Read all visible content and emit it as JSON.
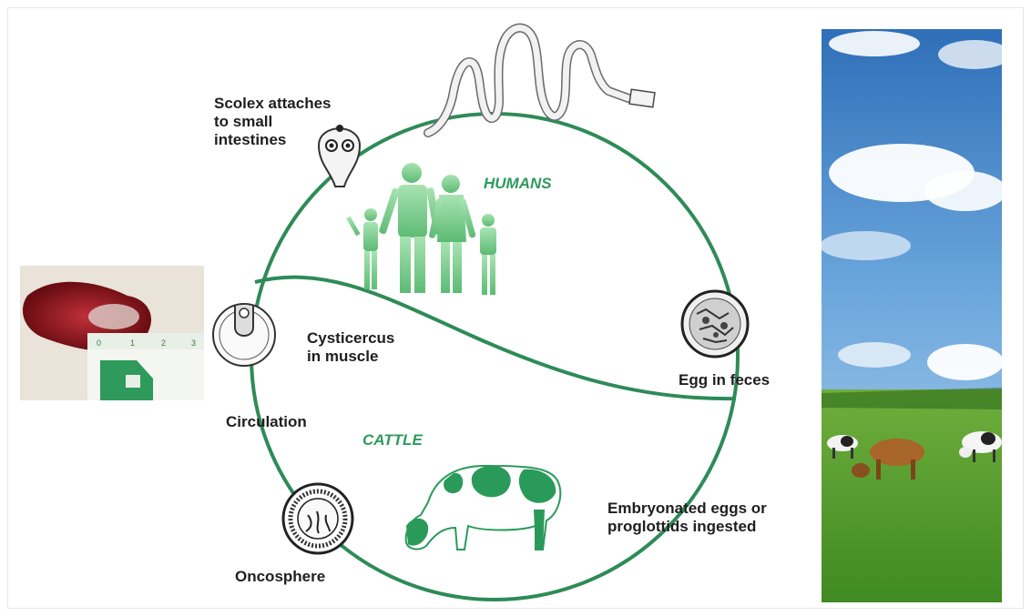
{
  "labels": {
    "scolex": [
      "Scolex attaches",
      "to small",
      "intestines"
    ],
    "humans": "HUMANS",
    "cysticercus": [
      "Cysticercus",
      "in muscle"
    ],
    "egg": "Egg in feces",
    "circulation": "Circulation",
    "cattle": "CATTLE",
    "embryonated": [
      "Embryonated eggs or",
      "proglottids ingested"
    ],
    "oncosphere": "Oncosphere"
  },
  "ruler_ticks": [
    "0",
    "1",
    "2",
    "3"
  ],
  "colors": {
    "cycle_line": "#2e8b57",
    "host_label": "#2e9a5c",
    "figures": "#7dcf8e",
    "cow_spots": "#2a9a5a",
    "sky": "#3d83c8",
    "grass": "#4f9a2a"
  }
}
